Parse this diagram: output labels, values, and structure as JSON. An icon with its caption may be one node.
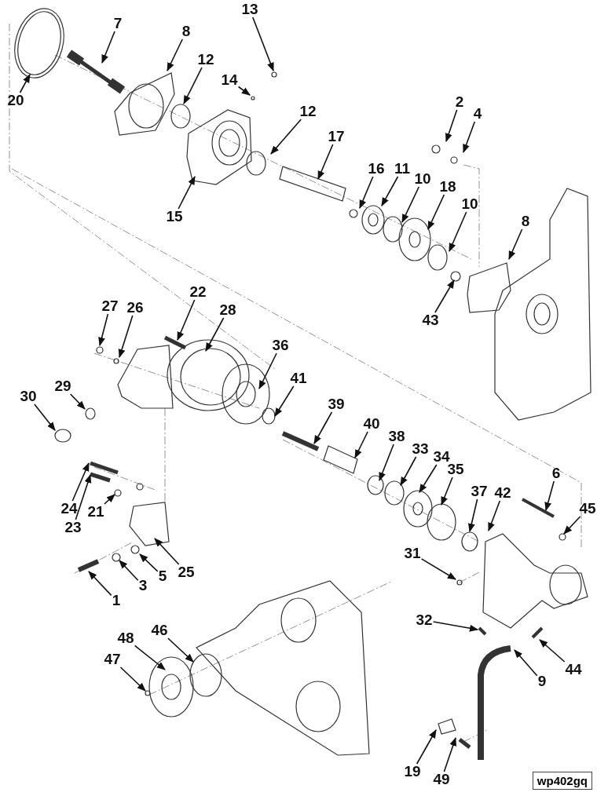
{
  "diagram": {
    "nodes": [
      {
        "text": [
          "13"
        ]
      },
      {
        "text": [
          "7"
        ]
      },
      {
        "text": [
          "8"
        ]
      },
      {
        "text": [
          "12"
        ]
      },
      {
        "text": [
          "14"
        ]
      },
      {
        "text": [
          "20"
        ]
      },
      {
        "text": [
          "2"
        ]
      },
      {
        "text": [
          "12"
        ]
      },
      {
        "text": [
          "4"
        ]
      },
      {
        "text": [
          "17"
        ]
      },
      {
        "text": [
          "16"
        ]
      },
      {
        "text": [
          "11"
        ]
      },
      {
        "text": [
          "10"
        ]
      },
      {
        "text": [
          "18"
        ]
      },
      {
        "text": [
          "10"
        ]
      },
      {
        "text": [
          "15"
        ]
      },
      {
        "text": [
          "8"
        ]
      },
      {
        "text": [
          "22"
        ]
      },
      {
        "text": [
          "27"
        ]
      },
      {
        "text": [
          "28"
        ]
      },
      {
        "text": [
          "26"
        ]
      },
      {
        "text": [
          "43"
        ]
      },
      {
        "text": [
          "36"
        ]
      },
      {
        "text": [
          "29"
        ]
      },
      {
        "text": [
          "41"
        ]
      },
      {
        "text": [
          "30"
        ]
      },
      {
        "text": [
          "39"
        ]
      },
      {
        "text": [
          "40"
        ]
      },
      {
        "text": [
          "38"
        ]
      },
      {
        "text": [
          "33"
        ]
      },
      {
        "text": [
          "34"
        ]
      },
      {
        "text": [
          "35"
        ]
      },
      {
        "text": [
          "6"
        ]
      },
      {
        "text": [
          "37"
        ]
      },
      {
        "text": [
          "42"
        ]
      },
      {
        "text": [
          "45"
        ]
      },
      {
        "text": [
          "24"
        ]
      },
      {
        "text": [
          "23"
        ]
      },
      {
        "text": [
          "21"
        ]
      },
      {
        "text": [
          "31"
        ]
      },
      {
        "text": [
          "25"
        ]
      },
      {
        "text": [
          "5"
        ]
      },
      {
        "text": [
          "3"
        ]
      },
      {
        "text": [
          "32"
        ]
      },
      {
        "text": [
          "1"
        ]
      },
      {
        "text": [
          "46"
        ]
      },
      {
        "text": [
          "48"
        ]
      },
      {
        "text": [
          "47"
        ]
      },
      {
        "text": [
          "44"
        ]
      },
      {
        "text": [
          "9"
        ]
      },
      {
        "text": [
          "19"
        ]
      },
      {
        "text": [
          "49"
        ]
      }
    ],
    "edges": [
      {
        "from": 0,
        "to": null,
        "arrow": "to"
      },
      {
        "from": 1,
        "to": null,
        "arrow": "to"
      },
      {
        "from": 2,
        "to": null,
        "arrow": "to"
      },
      {
        "from": 3,
        "to": null,
        "arrow": "to"
      },
      {
        "from": 4,
        "to": null,
        "arrow": "to"
      },
      {
        "from": 5,
        "to": null,
        "arrow": "to"
      },
      {
        "from": 6,
        "to": null,
        "arrow": "to"
      },
      {
        "from": 7,
        "to": null,
        "arrow": "to"
      },
      {
        "from": 8,
        "to": null,
        "arrow": "to"
      },
      {
        "from": 9,
        "to": null,
        "arrow": "to"
      },
      {
        "from": 10,
        "to": null,
        "arrow": "to"
      },
      {
        "from": 11,
        "to": null,
        "arrow": "to"
      },
      {
        "from": 12,
        "to": null,
        "arrow": "to"
      },
      {
        "from": 13,
        "to": null,
        "arrow": "to"
      },
      {
        "from": 14,
        "to": null,
        "arrow": "to"
      },
      {
        "from": 15,
        "to": null,
        "arrow": "to"
      },
      {
        "from": 16,
        "to": null,
        "arrow": "to"
      },
      {
        "from": 17,
        "to": null,
        "arrow": "to"
      },
      {
        "from": 18,
        "to": null,
        "arrow": "to"
      },
      {
        "from": 19,
        "to": null,
        "arrow": "to"
      },
      {
        "from": 20,
        "to": null,
        "arrow": "to"
      },
      {
        "from": 21,
        "to": null,
        "arrow": "to"
      },
      {
        "from": 22,
        "to": null,
        "arrow": "to"
      },
      {
        "from": 23,
        "to": null,
        "arrow": "to"
      },
      {
        "from": 24,
        "to": null,
        "arrow": "to"
      },
      {
        "from": 25,
        "to": null,
        "arrow": "to"
      },
      {
        "from": 26,
        "to": null,
        "arrow": "to"
      },
      {
        "from": 27,
        "to": null,
        "arrow": "to"
      },
      {
        "from": 28,
        "to": null,
        "arrow": "to"
      },
      {
        "from": 29,
        "to": null,
        "arrow": "to"
      },
      {
        "from": 30,
        "to": null,
        "arrow": "to"
      },
      {
        "from": 31,
        "to": null,
        "arrow": "to"
      },
      {
        "from": 32,
        "to": null,
        "arrow": "to"
      },
      {
        "from": 33,
        "to": null,
        "arrow": "to"
      },
      {
        "from": 34,
        "to": null,
        "arrow": "to"
      },
      {
        "from": 35,
        "to": null,
        "arrow": "to"
      },
      {
        "from": 36,
        "to": null,
        "arrow": "to"
      },
      {
        "from": 37,
        "to": null,
        "arrow": "to"
      },
      {
        "from": 38,
        "to": null,
        "arrow": "to"
      },
      {
        "from": 39,
        "to": null,
        "arrow": "to"
      },
      {
        "from": 40,
        "to": null,
        "arrow": "to"
      },
      {
        "from": 41,
        "to": null,
        "arrow": "to"
      },
      {
        "from": 42,
        "to": null,
        "arrow": "to"
      },
      {
        "from": 43,
        "to": null,
        "arrow": "to"
      },
      {
        "from": 44,
        "to": null,
        "arrow": "to"
      },
      {
        "from": 45,
        "to": null,
        "arrow": "to"
      },
      {
        "from": 46,
        "to": null,
        "arrow": "to"
      },
      {
        "from": 47,
        "to": null,
        "arrow": "to"
      },
      {
        "from": 48,
        "to": null,
        "arrow": "to"
      },
      {
        "from": 49,
        "to": null,
        "arrow": "to"
      },
      {
        "from": 50,
        "to": null,
        "arrow": "to"
      },
      {
        "from": 51,
        "to": null,
        "arrow": "to"
      }
    ],
    "labels": [
      "wp402gq"
    ]
  }
}
